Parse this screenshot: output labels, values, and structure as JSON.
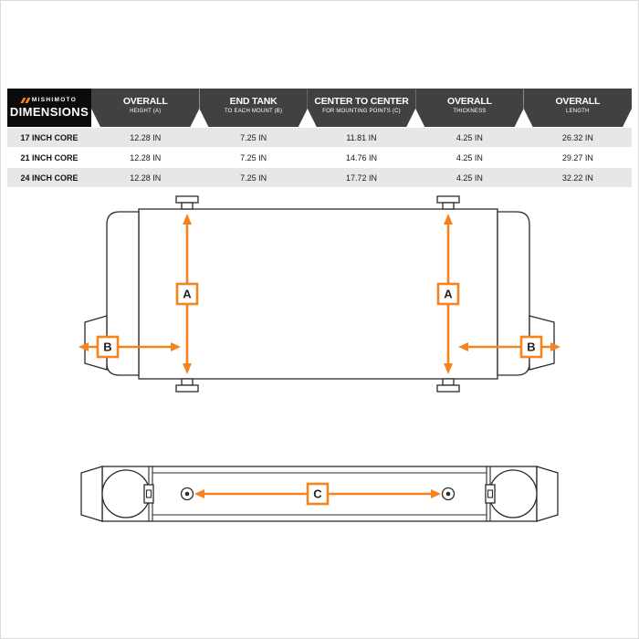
{
  "colors": {
    "accent": "#F5831F",
    "header_bg": "#414042",
    "row_alt": "#E6E7E8",
    "logo_bg": "#0B0B0B"
  },
  "logo": {
    "brand": "MISHIMOTO",
    "panel_title": "DIMENSIONS"
  },
  "table": {
    "columns": [
      {
        "main": "OVERALL",
        "sub": "HEIGHT  (A)"
      },
      {
        "main": "END TANK",
        "sub": "TO EACH MOUNT (B)"
      },
      {
        "main": "CENTER TO CENTER",
        "sub": "FOR MOUNTING POINTS  (C)"
      },
      {
        "main": "OVERALL",
        "sub": "THICKNESS"
      },
      {
        "main": "OVERALL",
        "sub": "LENGTH"
      }
    ],
    "rows": [
      {
        "label": "17 INCH CORE",
        "values": [
          "12.28 IN",
          "7.25 IN",
          "11.81 IN",
          "4.25 IN",
          "26.32 IN"
        ]
      },
      {
        "label": "21 INCH CORE",
        "values": [
          "12.28 IN",
          "7.25 IN",
          "14.76 IN",
          "4.25 IN",
          "29.27 IN"
        ]
      },
      {
        "label": "24 INCH CORE",
        "values": [
          "12.28 IN",
          "7.25 IN",
          "17.72 IN",
          "4.25 IN",
          "32.22 IN"
        ]
      }
    ]
  },
  "diagram": {
    "label_a": "A",
    "label_b": "B",
    "label_c": "C"
  }
}
